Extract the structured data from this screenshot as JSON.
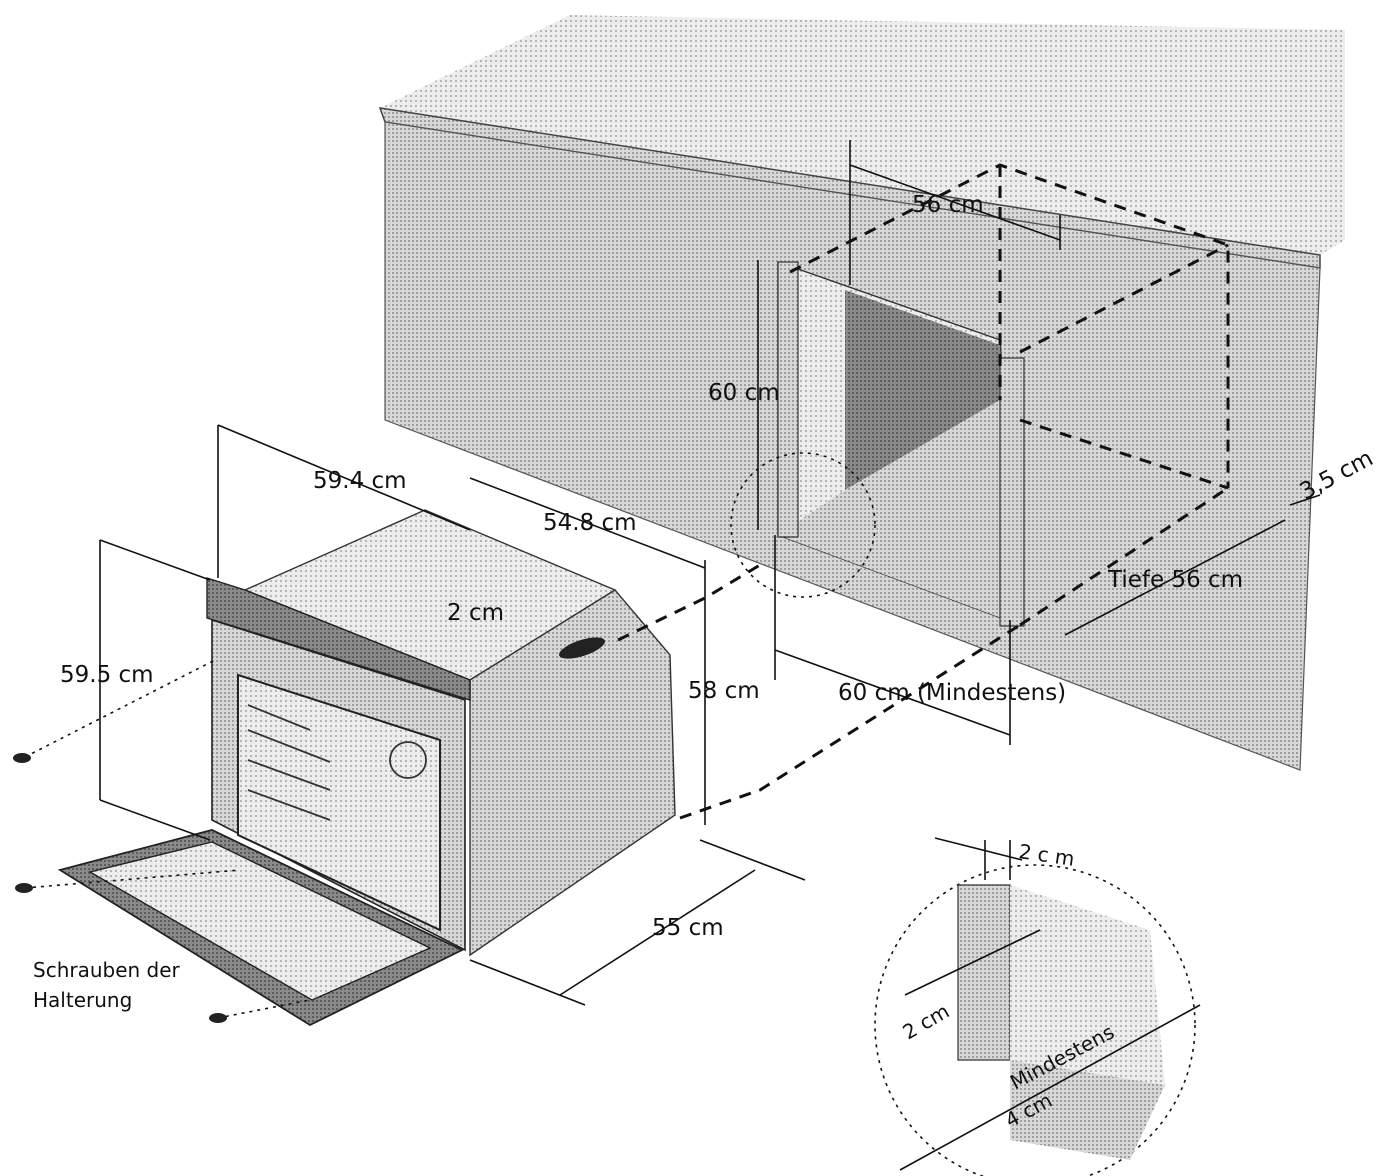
{
  "labels": {
    "oven_width": "59.4 cm",
    "oven_depth_body": "54.8 cm",
    "oven_height": "59.5 cm",
    "bracket_gap": "2 cm",
    "body_height": "58 cm",
    "body_depth": "55 cm",
    "niche_height": "60 cm",
    "niche_width_top": "56 cm",
    "wall_thickness": "3,5 cm",
    "niche_depth": "Tiefe 56 cm",
    "niche_width_min": "60 cm (Mindestens)",
    "screws_line1": "Schrauben der",
    "screws_line2": "Halterung",
    "detail_top": "2 c m",
    "detail_side": "2 cm",
    "detail_min": "Mindestens",
    "detail_bottom": "4 cm"
  },
  "colors": {
    "cabinet": "#c9c9c9",
    "cabinet_dark": "#9a9a9a",
    "oven": "#bdbdbd",
    "line": "#111111"
  }
}
